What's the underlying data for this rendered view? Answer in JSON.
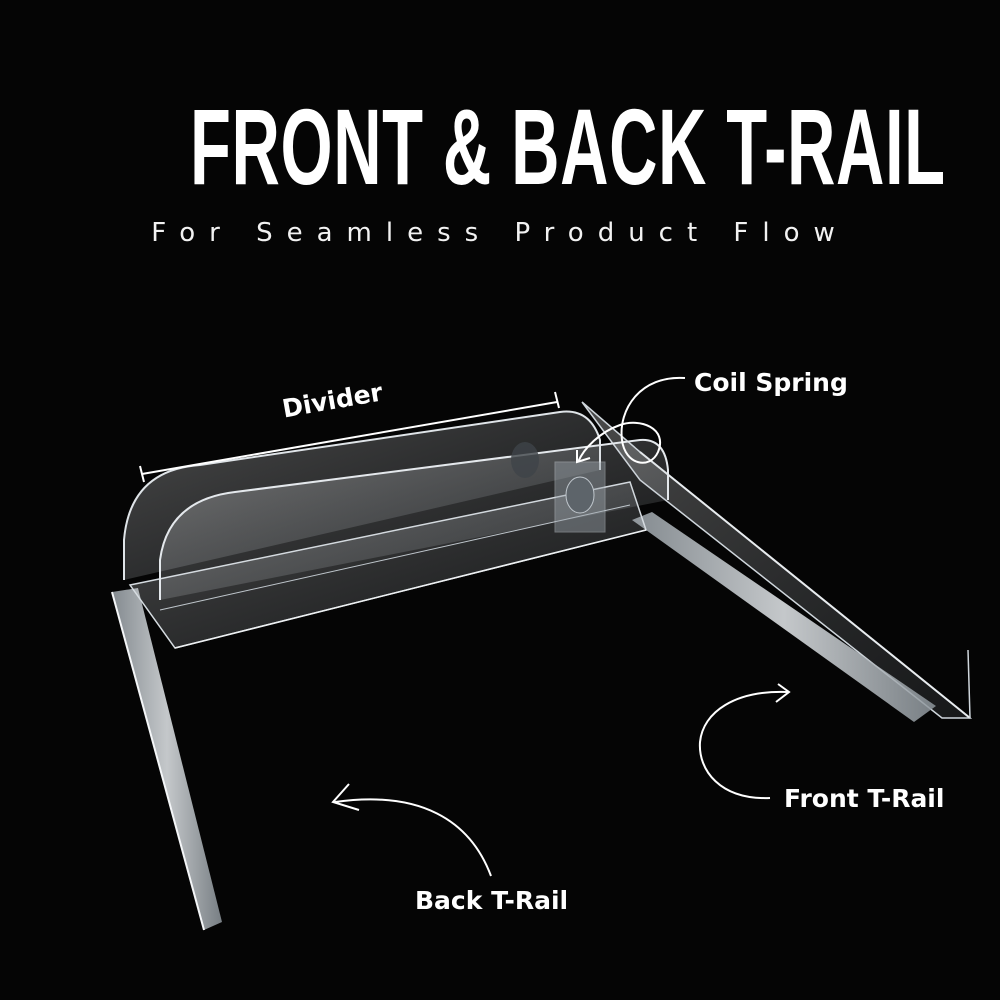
{
  "header": {
    "title": "FRONT & BACK T-RAIL",
    "subtitle": "For Seamless Product Flow"
  },
  "callouts": {
    "divider": "Divider",
    "coil_spring": "Coil Spring",
    "front_t_rail": "Front T-Rail",
    "back_t_rail": "Back T-Rail"
  },
  "colors": {
    "background": "#050505",
    "text": "#ffffff",
    "acrylic": "#cfd6dc"
  }
}
